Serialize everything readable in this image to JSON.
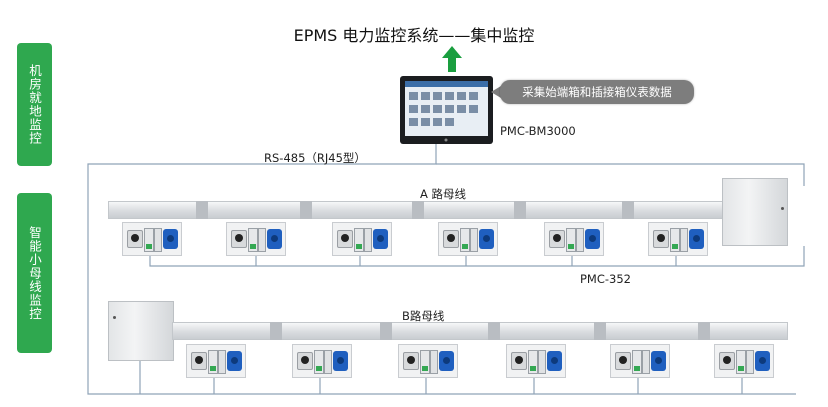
{
  "title": "EPMS 电力监控系统——集中监控",
  "side_tags": {
    "top": "机房就地监控",
    "bottom": "智能小母线监控"
  },
  "callout": "采集始端箱和插接箱仪表数据",
  "labels": {
    "rs485": "RS-485（RJ45型）",
    "device": "PMC-BM3000",
    "bus_a": "A  路母线",
    "bus_b": "B路母线",
    "meter": "PMC-352"
  },
  "colors": {
    "green": "#2fa84f",
    "arrow": "#1a9e3f",
    "wire": "#8fa3b8",
    "socket_blue": "#1f5fbf"
  },
  "icons": {
    "up_arrow": "up-arrow-icon",
    "monitor": "touchscreen-monitor-icon"
  }
}
